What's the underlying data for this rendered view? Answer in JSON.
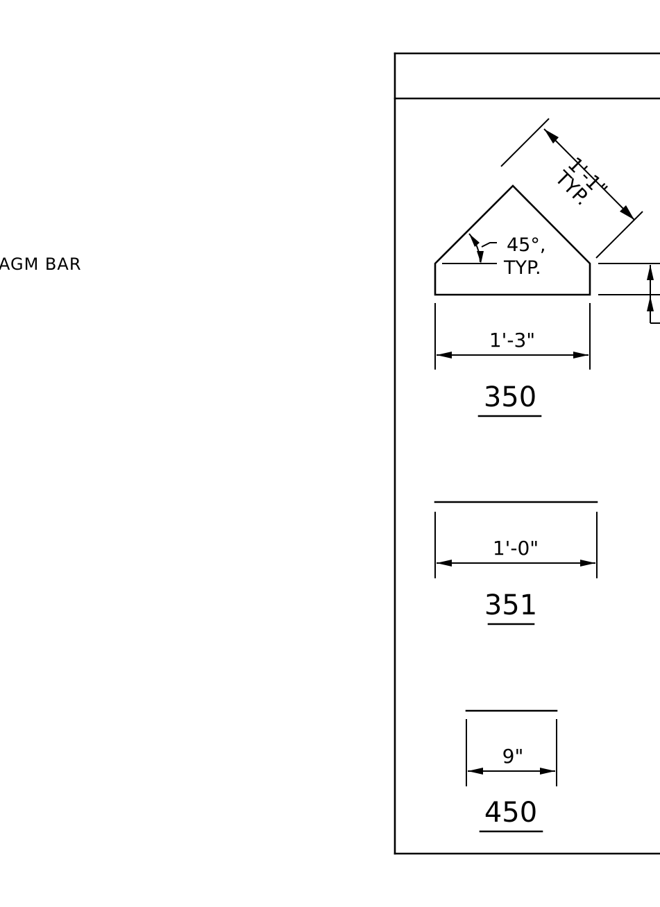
{
  "left_note": "AGM BAR",
  "bars": [
    {
      "mark": "350",
      "width_dim": "1'-3\"",
      "slope_dim": "1'-1\"",
      "slope_typ": "TYP.",
      "angle": "45°,",
      "angle_typ": "TYP."
    },
    {
      "mark": "351",
      "width_dim": "1'-0\""
    },
    {
      "mark": "450",
      "width_dim": "9\""
    }
  ]
}
